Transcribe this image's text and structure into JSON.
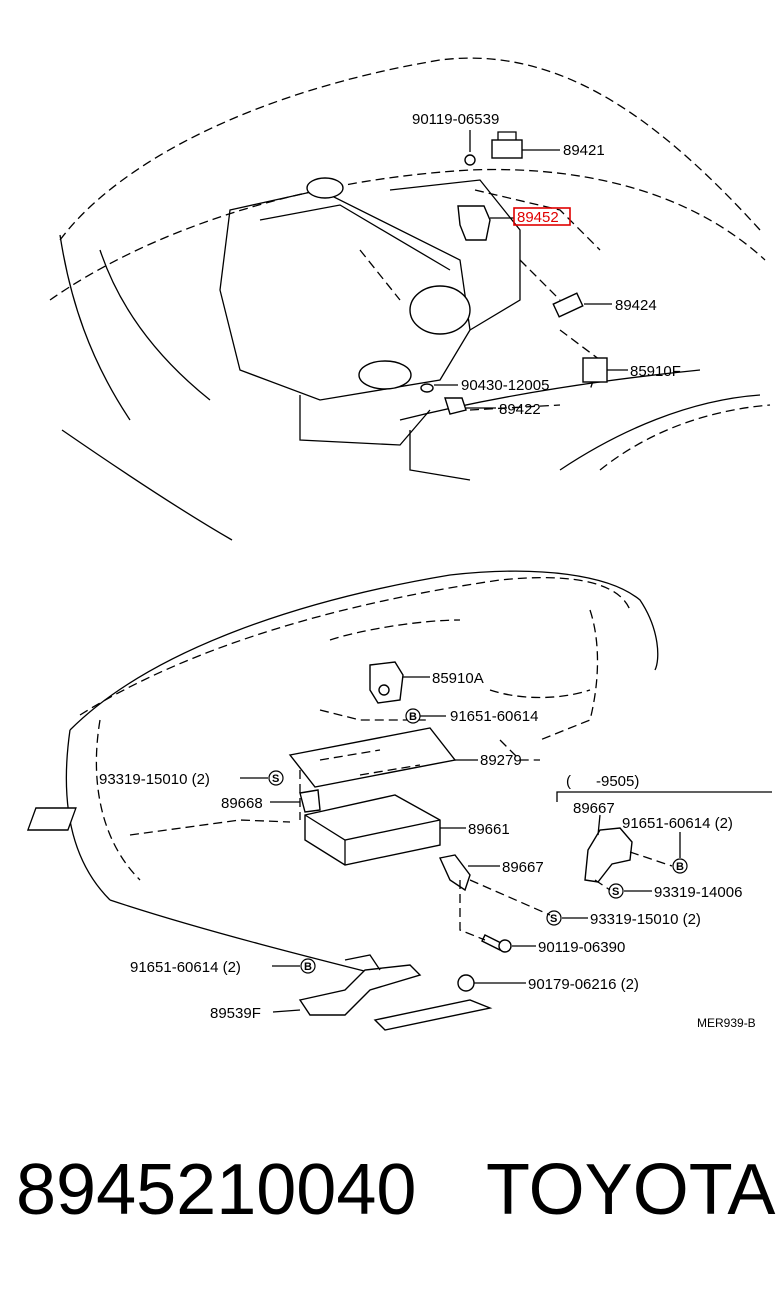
{
  "diagram": {
    "labels": {
      "l90119_06539": "90119-06539",
      "l89421": "89421",
      "l89452": "89452",
      "l89424": "89424",
      "l90430_12005": "90430-12005",
      "l85910F": "85910F",
      "l89422": "89422",
      "l85910A": "85910A",
      "l91651_60614": "91651-60614",
      "l89279": "89279",
      "l93319_15010_2a": "93319-15010 (2)",
      "l89668": "89668",
      "l89661": "89661",
      "l89667_main": "89667",
      "l93319_15010_2b": "93319-15010 (2)",
      "l90119_06390": "90119-06390",
      "l91651_60614_2a": "91651-60614 (2)",
      "l90179_06216_2": "90179-06216 (2)",
      "l89539F": "89539F",
      "inset_range": "(      -9505)",
      "l89667_inset": "89667",
      "l91651_60614_2b": "91651-60614 (2)",
      "l93319_14006": "93319-14006",
      "code": "MER939-B"
    },
    "symbols": {
      "s": "S",
      "b": "B"
    },
    "highlight_color": "#e00000"
  },
  "footer": {
    "part_number": "8945210040",
    "brand": "TOYOTA"
  }
}
